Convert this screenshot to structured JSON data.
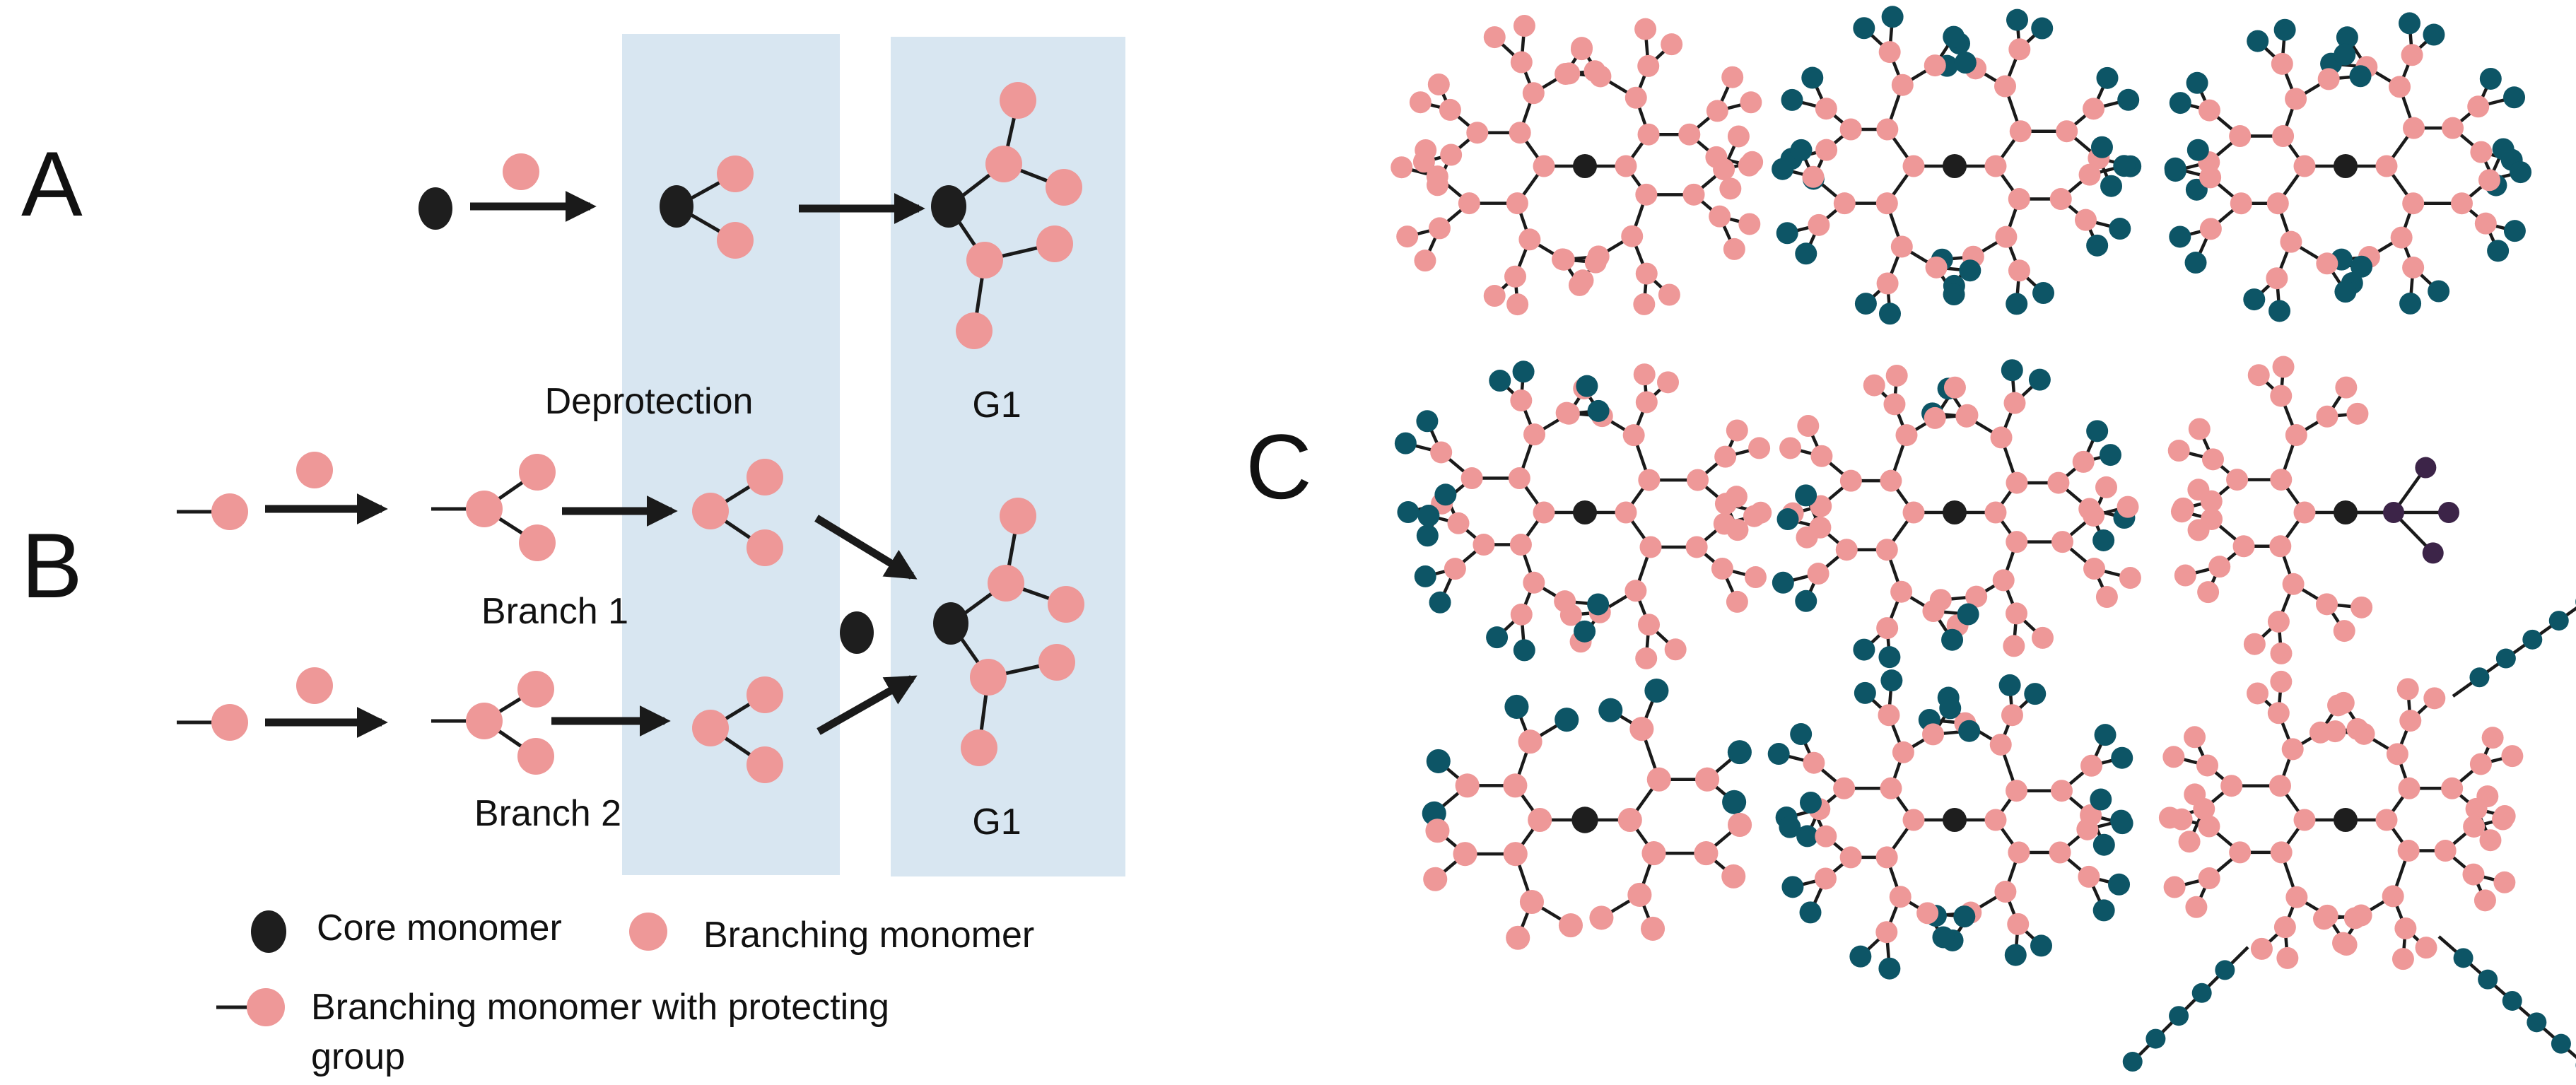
{
  "panels": {
    "a": "A",
    "b": "B",
    "c": "C"
  },
  "labels": {
    "deprotection": "Deprotection",
    "g1_top": "G1",
    "g1_bottom": "G1",
    "branch1": "Branch 1",
    "branch2": "Branch 2"
  },
  "legend": {
    "core": "Core monomer",
    "branching": "Branching monomer",
    "protected_line1": "Branching monomer with protecting",
    "protected_line2": "group"
  },
  "colors": {
    "core": "#1e1e1e",
    "branching": "#ee9898",
    "terminal_teal": "#0d5566",
    "terminal_purple": "#3c2448",
    "highlight_band": "#d8e6f1",
    "bond": "#1a1a1a"
  },
  "icons": {
    "reaction_arrow": "arrow-right-icon",
    "protecting_group": "dash-line-icon"
  }
}
